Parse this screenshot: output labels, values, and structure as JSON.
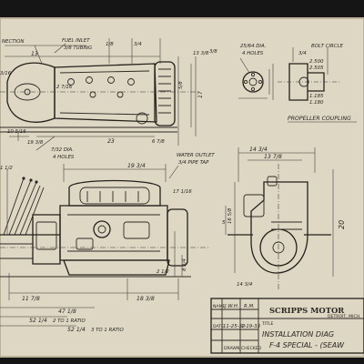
{
  "window": {
    "background_color": "#151515",
    "paper_color": "#ded7c4",
    "ink_color": "#2a2622"
  },
  "top_view": {
    "connection_label": "NECTION",
    "fuel_inlet_label": "FUEL INLET",
    "fuel_inlet_sub": "3/8 TUBING",
    "dims": {
      "d13": "13",
      "d1_8": "1/8",
      "d3_4": "3/4",
      "d27_16": "2 7/16",
      "d3_16": "3/16",
      "d23": "23",
      "d6_78": "6 7/8",
      "d10_516": "10 5/16",
      "d19_38": "19 3/8",
      "d17": "17",
      "d13_38": "13 3/8",
      "d5_8": "5/8",
      "d3_8": "3/8"
    },
    "hole_note_1": "7/32 DIA.",
    "hole_note_2": "4 HOLES"
  },
  "coupling": {
    "dia_note_1": "25/64 DIA.",
    "dia_note_2": "4 HOLES",
    "bolt_circle_label": "BOLT CIRCLE",
    "dim_2500": "2.500",
    "dim_2505": "2.505",
    "dim_1185": "1.185",
    "dim_1180": "1.180",
    "dim_3_4": "3/4",
    "title": "PROPELLER COUPLING"
  },
  "side_view": {
    "water_outlet_label": "WATER OUTLET",
    "water_outlet_sub": "3/4 PIPE TAP",
    "dims": {
      "d19_34": "19 3/4",
      "d17_116": "17 1/16",
      "d8_34": "8 3/4",
      "d2_12": "2 1/2",
      "d1_12": "1 1/2",
      "d11_78": "11 7/8",
      "d18_38": "18 3/8",
      "d47_18": "47 1/8",
      "d52_14a": "52 1/4",
      "ratio_a": "2 TO 1 RATIO",
      "d52_14b": "52 1/4",
      "ratio_b": "3 TO 1 RATIO"
    }
  },
  "end_view": {
    "dims": {
      "d14_34": "14 3/4",
      "d13_78": "13 7/8",
      "d16_58": "16 5/8",
      "d5": "5",
      "d14_34b": "14 3/4",
      "d20": "20"
    }
  },
  "title_block": {
    "company": "SCRIPPS MOTOR",
    "address": "DETROIT, MICH.",
    "drawn_initials": "J.W.H.",
    "checked_initials": "R.M.",
    "drawn_date": "11-25-32",
    "checked_date": "1-19-33",
    "drawn_label": "DRAWN",
    "checked_label": "CHECKED",
    "name_label": "NAME",
    "date_label": "DATE",
    "title_label": "TITLE",
    "title_line1": "INSTALLATION DIAG",
    "title_line2": "F-4 SPECIAL - (SEAW"
  }
}
